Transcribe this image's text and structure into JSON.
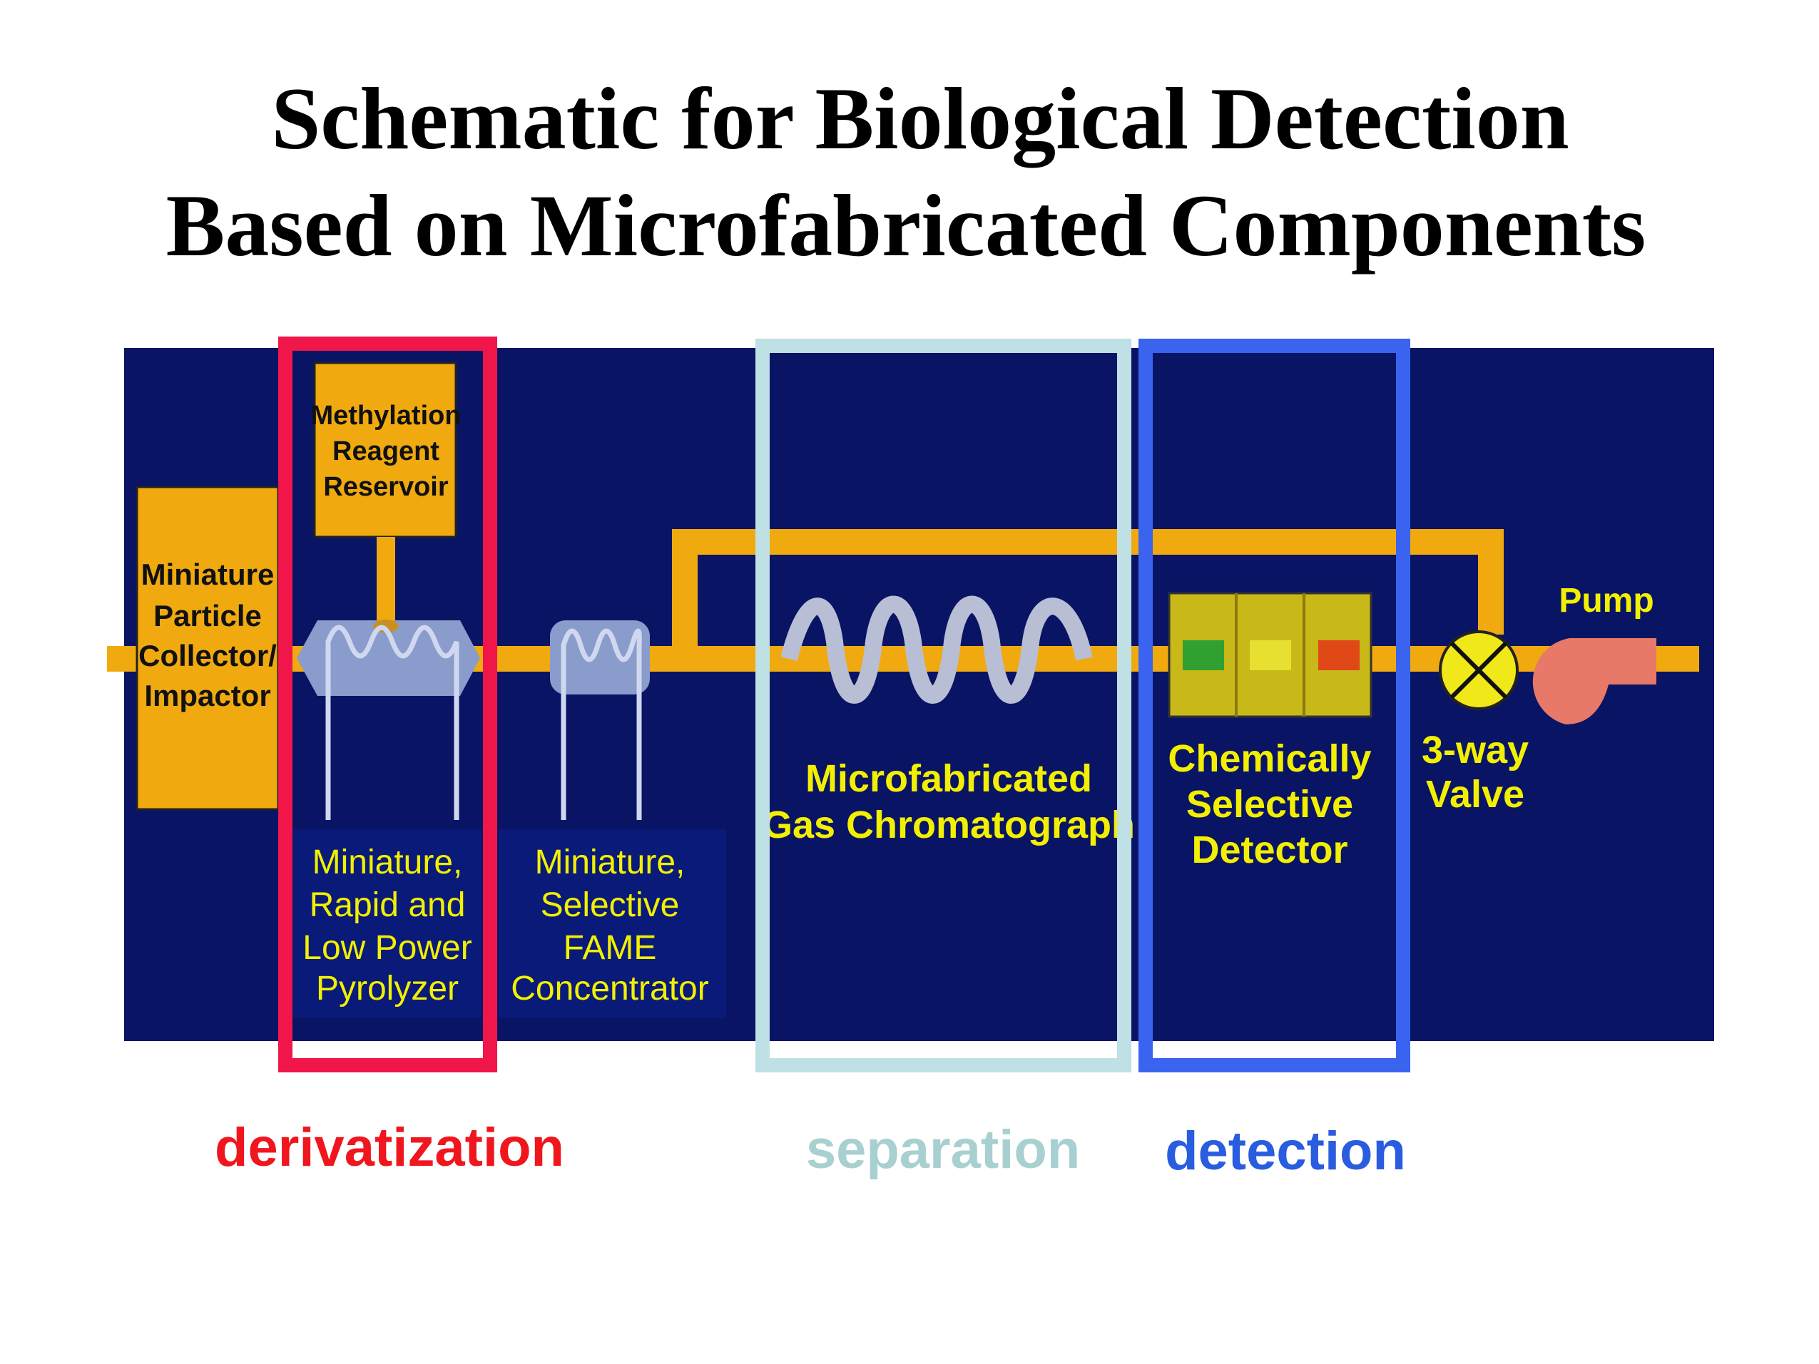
{
  "title": {
    "line1": "Schematic for Biological Detection",
    "line2": "Based on Microfabricated Components"
  },
  "components": {
    "collector": [
      "Miniature",
      "Particle",
      "Collector/",
      "Impactor"
    ],
    "reservoir": [
      "Methylation",
      "Reagent",
      "Reservoir"
    ],
    "pyrolyzer": [
      "Miniature,",
      "Rapid and",
      "Low Power",
      "Pyrolyzer"
    ],
    "concentrator": [
      "Miniature,",
      "Selective",
      "FAME",
      "Concentrator"
    ],
    "gc": [
      "Microfabricated",
      "Gas Chromatograph"
    ],
    "detector": [
      "Chemically",
      "Selective",
      "Detector"
    ],
    "valve": [
      "3-way",
      "Valve"
    ],
    "pump": "Pump"
  },
  "stages": {
    "derivatization": "derivatization",
    "separation": "separation",
    "detection": "detection"
  },
  "colors": {
    "panel": "#0a1464",
    "pipe": "#f0aa10",
    "derivatization": "#f0164a",
    "separation": "#bfe0e4",
    "detection": "#3a64f0",
    "label_text": "#f2f000",
    "pump": "#e87868"
  }
}
